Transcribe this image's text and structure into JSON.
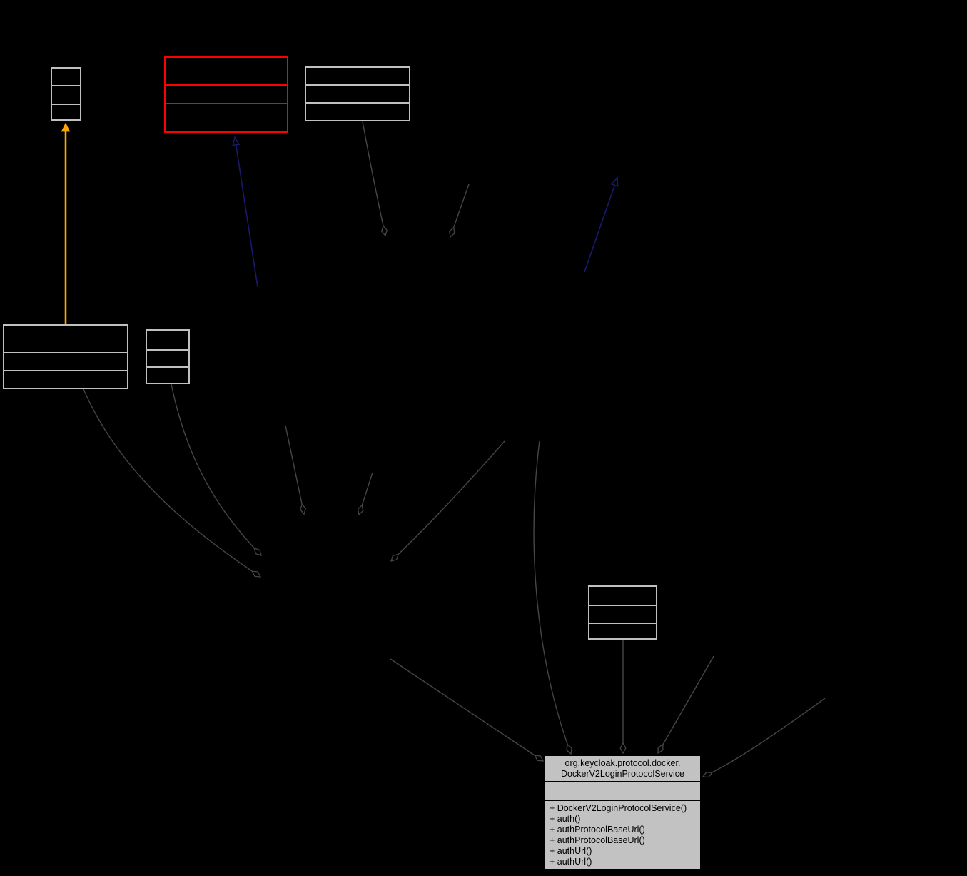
{
  "diagram": {
    "type": "uml-collaboration-graph",
    "background": "#000000",
    "colors": {
      "edge": "#464646",
      "box_border": "#c0c0c0",
      "highlight_border": "#ff0000",
      "inheritance_arrow": "#191970",
      "template_arrow": "#ffa500",
      "main_fill": "#c2c2c2",
      "main_text": "#000000"
    },
    "main_class": {
      "qualified_name": "org.keycloak.protocol.docker.DockerV2LoginProtocolService",
      "title_line1": "org.keycloak.protocol.docker.",
      "title_line2": "DockerV2LoginProtocolService",
      "members": [
        "+ DockerV2LoginProtocolService()",
        "+ auth()",
        "+ authProtocolBaseUrl()",
        "+ authProtocolBaseUrl()",
        "+ authUrl()",
        "+ authUrl()"
      ]
    }
  }
}
